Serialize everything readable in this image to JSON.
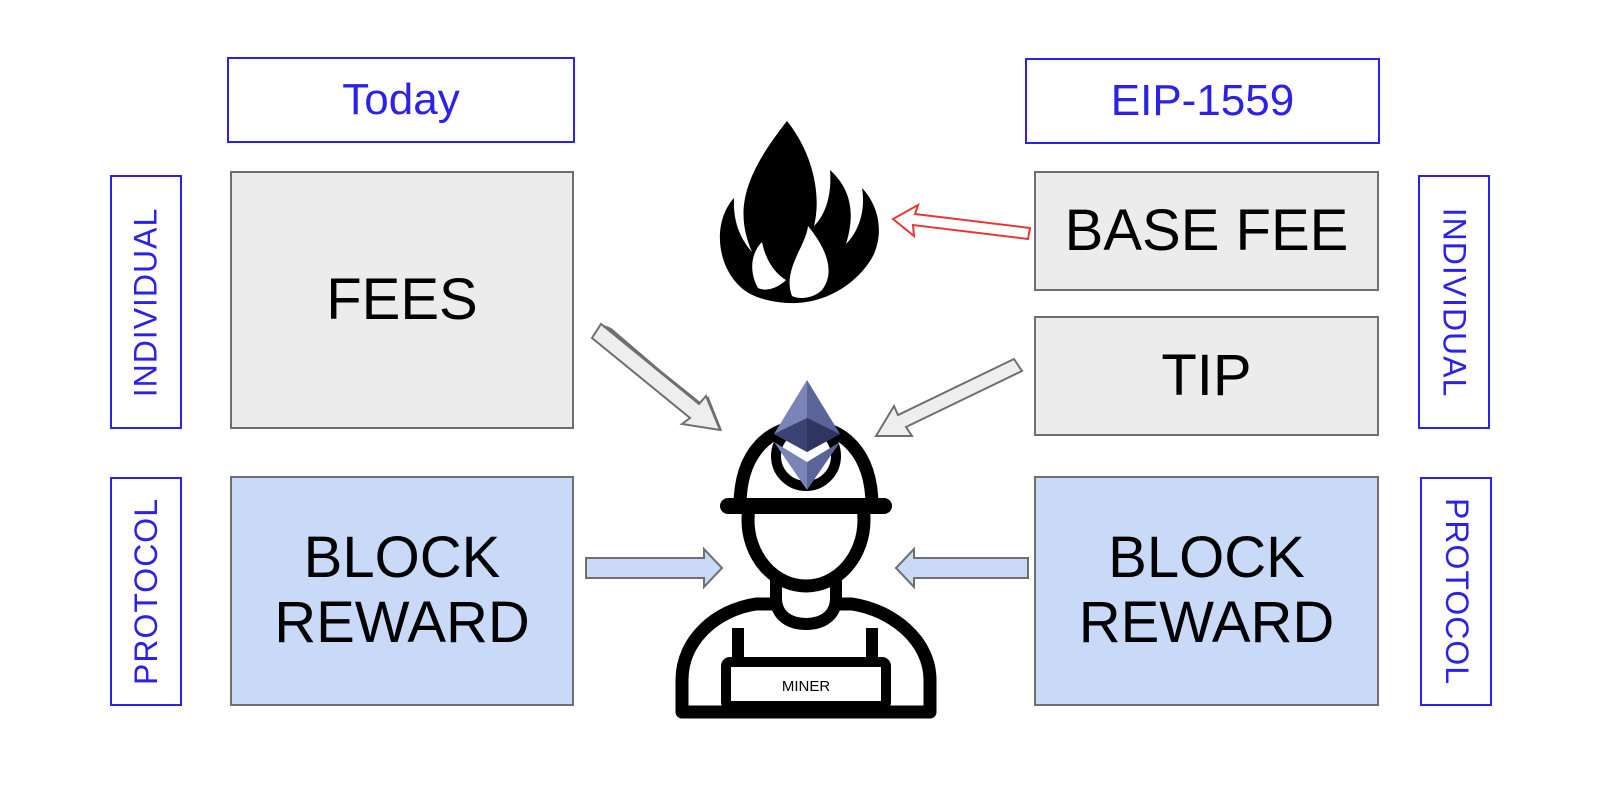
{
  "today": {
    "header": "Today",
    "individual_label": "INDIVIDUAL",
    "protocol_label": "PROTOCOL",
    "fees": "FEES",
    "block_reward": [
      "BLOCK",
      "REWARD"
    ]
  },
  "eip1559": {
    "header": "EIP-1559",
    "individual_label": "INDIVIDUAL",
    "protocol_label": "PROTOCOL",
    "base_fee": "BASE FEE",
    "tip": "TIP",
    "block_reward": [
      "BLOCK",
      "REWARD"
    ]
  },
  "miner": {
    "label": "MINER",
    "icon": "miner-icon"
  },
  "burn": {
    "icon": "fire-icon"
  },
  "colors": {
    "accent_blue": "#2b21e8",
    "fee_box": "#ececec",
    "reward_box": "#c9daf8",
    "burn_arrow": "#e53935",
    "eth_logo": "#6b74a8"
  }
}
